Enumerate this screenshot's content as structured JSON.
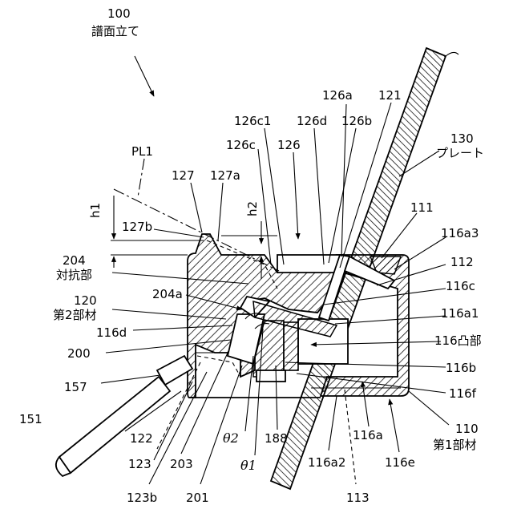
{
  "figure": {
    "background": "#ffffff",
    "ink": "#000000",
    "title_ref": {
      "num": "100",
      "name": "譜面立て"
    },
    "labels": {
      "l_pl1": "PL1",
      "l_127": "127",
      "l_127a": "127a",
      "l_127b": "127b",
      "l_h1": "h1",
      "l_h2": "h2",
      "l_126c1": "126c1",
      "l_126c": "126c",
      "l_126": "126",
      "l_126d": "126d",
      "l_126a": "126a",
      "l_126b": "126b",
      "l_121": "121",
      "l_130": "130",
      "l_130name": "プレート",
      "l_111": "111",
      "l_116a3": "116a3",
      "l_112": "112",
      "l_116c": "116c",
      "l_116a1": "116a1",
      "l_116": "116凸部",
      "l_116b": "116b",
      "l_116f": "116f",
      "l_110": "110",
      "l_110name": "第1部材",
      "l_116e": "116e",
      "l_116a": "116a",
      "l_116a2": "116a2",
      "l_113": "113",
      "l_188": "188",
      "l_theta1": "θ1",
      "l_theta2": "θ2",
      "l_201": "201",
      "l_203": "203",
      "l_123": "123",
      "l_123b": "123b",
      "l_122": "122",
      "l_151": "151",
      "l_157": "157",
      "l_200": "200",
      "l_116d": "116d",
      "l_120": "120",
      "l_120name": "第2部材",
      "l_204a": "204a",
      "l_204": "204",
      "l_204name": "対抗部"
    }
  }
}
